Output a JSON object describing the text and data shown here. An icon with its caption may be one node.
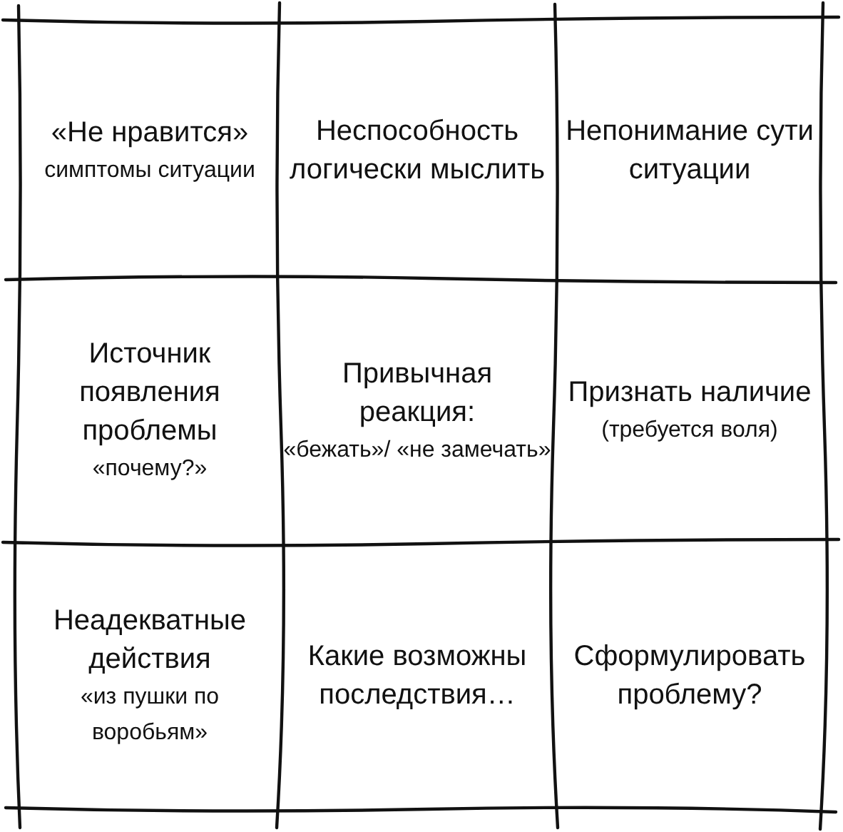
{
  "diagram": {
    "nodes": [
      {
        "text": [
          "«Не нравится»",
          "симптомы ситуации"
        ]
      },
      {
        "text": [
          "Неспособность логически мыслить"
        ]
      },
      {
        "text": [
          "Непонимание сути ситуации"
        ]
      },
      {
        "text": [
          "Источник появления проблемы",
          "«почему?»"
        ]
      },
      {
        "text": [
          "Привычная реакция:",
          "«бежать»/ «не замечать»"
        ]
      },
      {
        "text": [
          "Признать наличие",
          "(требуется воля)"
        ]
      },
      {
        "text": [
          "Неадекватные действия",
          "«из пушки по воробьям»"
        ]
      },
      {
        "text": [
          "Какие возможны последствия…"
        ]
      },
      {
        "text": [
          "Сформулировать проблему?"
        ]
      }
    ]
  }
}
